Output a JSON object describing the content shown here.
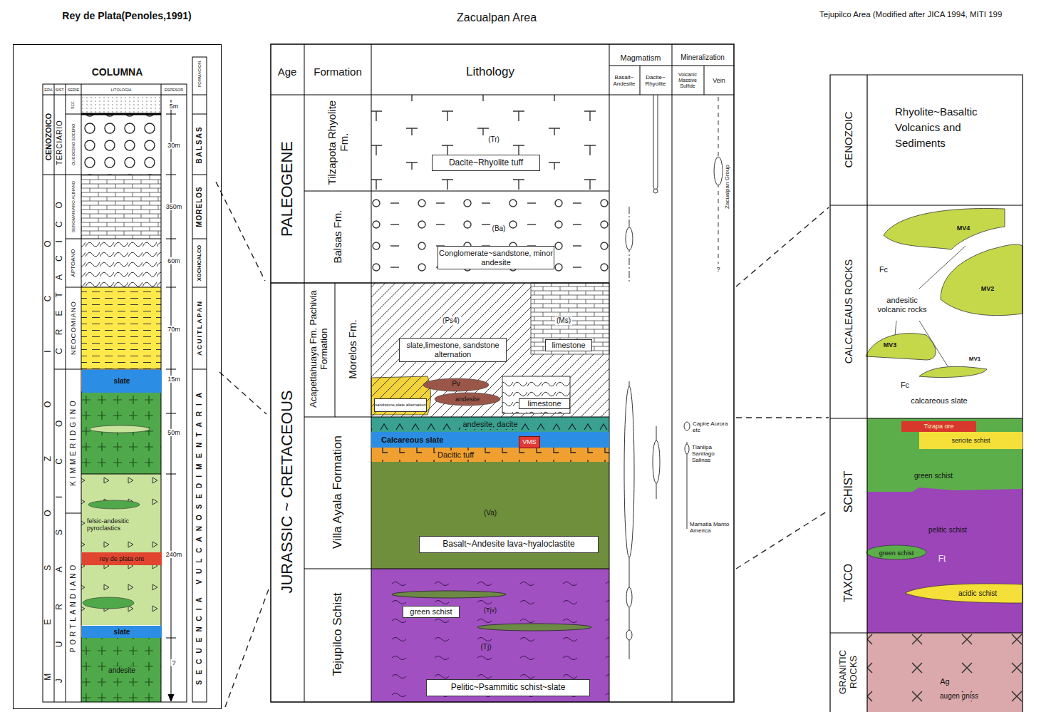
{
  "diagram": {
    "nodes": [
      {
        "text": [
          "COLUMNA"
        ]
      },
      {
        "text": [
          "slate"
        ],
        "in": 0
      },
      {
        "text": [
          "rey de plata ore"
        ],
        "in": 0
      },
      {
        "text": [
          "slate"
        ],
        "in": 0
      },
      {
        "text": [
          "andesite"
        ],
        "in": 0
      },
      {
        "text": [
          "Dacite~Rhyolite tuff"
        ]
      },
      {
        "text": [
          "Conglomerate~sandstone, minor andesite"
        ]
      },
      {
        "text": [
          "slate,limestone, sandstone alternation"
        ]
      },
      {
        "text": [
          "limestone"
        ]
      },
      {
        "text": [
          "sandstone,slate alternation"
        ]
      },
      {
        "text": [
          "limestone"
        ]
      },
      {
        "text": [
          "andesite, dacite"
        ]
      },
      {
        "text": [
          "Calcareous slate"
        ]
      },
      {
        "text": [
          "VMS"
        ]
      },
      {
        "text": [
          "Dacitic tuff"
        ]
      },
      {
        "text": [
          "Basalt~Andesite lava~hyaloclastite"
        ]
      },
      {
        "text": [
          "green schist"
        ]
      },
      {
        "text": [
          "Pelitic~Psammitic schist~slate"
        ]
      },
      {
        "text": [
          "Tizapa ore"
        ]
      },
      {
        "text": [
          "sericite schist"
        ]
      }
    ],
    "labels": [
      "Rey de Plata(Penoles,1991)",
      "Zacualpan Area",
      "Tejupilco Area (Modified after JICA 1994, MITI 199",
      "ERA",
      "SIST.",
      "SERIE",
      "LITOLOGIA",
      "ESPESOR",
      "FORMACION",
      "CENOZOICO",
      "MESOZOICO",
      "TERCIARIO",
      "CRETACICO",
      "JURASICO",
      "REC.",
      "OLIGOCENO EOCENO",
      "SENOMANIANO ALBIANO",
      "APTOANO",
      "NEOCOMIANO",
      "KIMMERIDGINO",
      "PORTLANDIANO",
      "5m",
      "30m",
      "350m",
      "60m",
      "70m",
      "15m",
      "50m",
      "240m",
      "?",
      "BALSAS",
      "MORELOS",
      "XOCHICALCO",
      "ACUITLAPAN",
      "SECUENCIA VULCANOSEDIMENTARIA",
      "felsic-andesitic pyroclastics",
      "Age",
      "Formation",
      "Lithology",
      "Magmatism",
      "Mineralization",
      "Basalt~ Andesite",
      "Dacite~ Rhyolite",
      "Volcanic Massive Sulfide",
      "Vein",
      "PALEOGENE",
      "JURASSIC ~ CRETACEOUS",
      "Tilzapota Rhyolite Fm.",
      "Balsas Fm.",
      "Acapetlahuaya Fm. Pachivia Formation",
      "Morelos Fm.",
      "Villa Ayala Formation",
      "Tejupilco Schist",
      "(Tr)",
      "(Ba)",
      "(Ps4)",
      "(Ms)",
      "Pv",
      "andesite",
      "(Va)",
      "(Tjv)",
      "(Tj)",
      "Zacualpan Group",
      "?",
      "Capire Aurora etc",
      "Tlanilpa Santiago Salinas",
      "Mamatla Manto America",
      "CENOZOIC",
      "Rhyolite~Basaltic Volcanics and Sediments",
      "CALCALEAUS ROCKS",
      "MV4",
      "Fc",
      "MV2",
      "andesitic volcanic rocks",
      "MV3",
      "MV1",
      "Fc",
      "calcareous slate",
      "green schist",
      "SCHIST",
      "pelitic schist",
      "green schist",
      "Ft",
      "acidic schist",
      "TAXCO",
      "GRANITIC ROCKS",
      "Ag",
      "augen gniss"
    ]
  }
}
